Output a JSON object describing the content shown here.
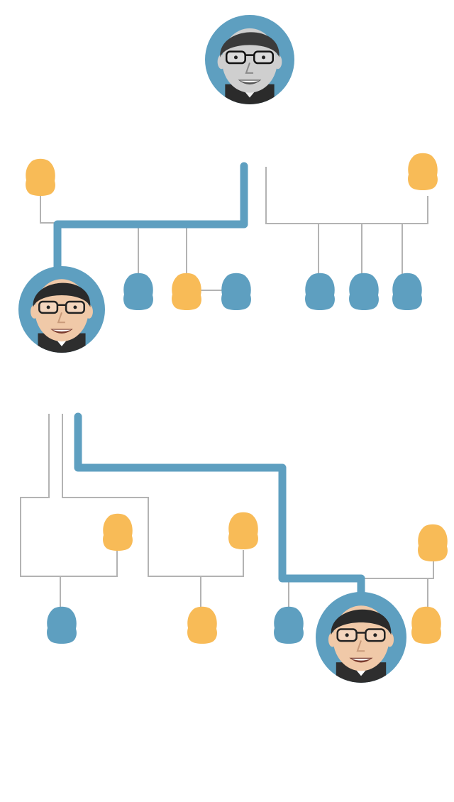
{
  "colors": {
    "male": "#5e9fc0",
    "female": "#f8bb57",
    "line": "#b3b3b3",
    "lineage": "#5e9fc0",
    "skin": "#f0c9a8",
    "hair": "#2a2a2a",
    "glasses": "#222222",
    "background": "#ffffff"
  },
  "people": [
    {
      "id": "founder",
      "kind": "portrait",
      "gender": "male",
      "icon": "founder-portrait",
      "style": "bw"
    },
    {
      "id": "founder-wife-left",
      "kind": "blob",
      "gender": "female"
    },
    {
      "id": "founder-wife-right",
      "kind": "blob",
      "gender": "female"
    },
    {
      "id": "second-leader",
      "kind": "portrait",
      "gender": "male",
      "icon": "second-leader-portrait",
      "style": "color"
    },
    {
      "id": "gen2-son-a",
      "kind": "blob",
      "gender": "male"
    },
    {
      "id": "gen2-daughter",
      "kind": "blob",
      "gender": "female"
    },
    {
      "id": "gen2-son-in-law",
      "kind": "blob",
      "gender": "male"
    },
    {
      "id": "gen2-half-son-a",
      "kind": "blob",
      "gender": "male"
    },
    {
      "id": "gen2-half-son-b",
      "kind": "blob",
      "gender": "male"
    },
    {
      "id": "gen2-half-son-c",
      "kind": "blob",
      "gender": "male"
    },
    {
      "id": "gen3-mother-a",
      "kind": "blob",
      "gender": "female"
    },
    {
      "id": "gen3-mother-b",
      "kind": "blob",
      "gender": "female"
    },
    {
      "id": "gen3-mother-c",
      "kind": "blob",
      "gender": "female"
    },
    {
      "id": "gen3-son-a",
      "kind": "blob",
      "gender": "male"
    },
    {
      "id": "gen3-daughter-a",
      "kind": "blob",
      "gender": "female"
    },
    {
      "id": "gen3-son-b",
      "kind": "blob",
      "gender": "male"
    },
    {
      "id": "third-leader",
      "kind": "portrait",
      "gender": "male",
      "icon": "third-leader-portrait",
      "style": "color"
    },
    {
      "id": "gen3-daughter-b",
      "kind": "blob",
      "gender": "female"
    }
  ]
}
